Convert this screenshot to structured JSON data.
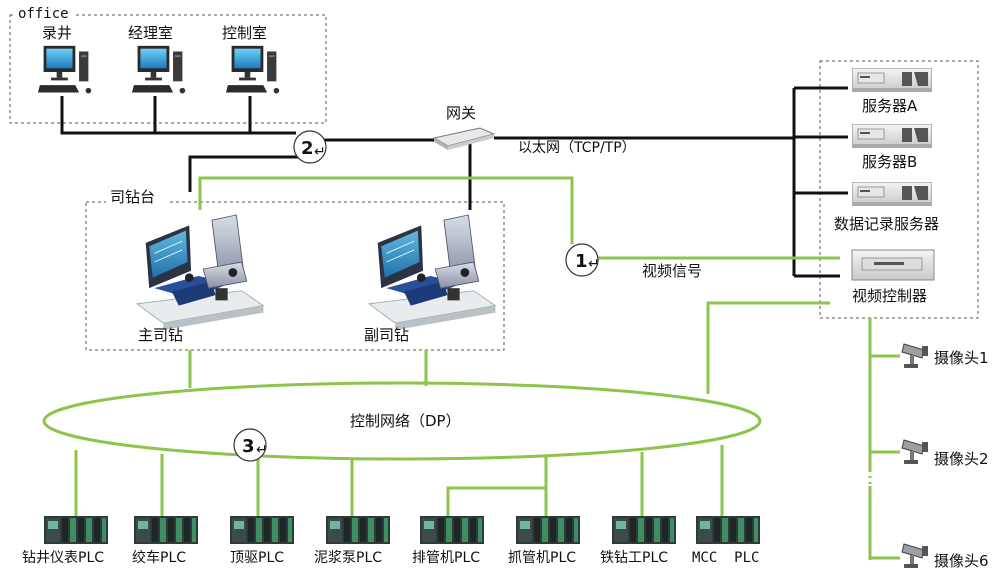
{
  "colors": {
    "ethernet": "#111111",
    "fieldbus": "#8cc44c",
    "frame": "#555555"
  },
  "office": {
    "title": "office",
    "pcs": [
      "录井",
      "经理室",
      "控制室"
    ]
  },
  "gateway": {
    "label": "网关"
  },
  "ethernet": {
    "label": "以太网（TCP/TP）"
  },
  "console": {
    "title": "司钻台",
    "seats": [
      "主司钻",
      "副司钻"
    ]
  },
  "servers": [
    "服务器A",
    "服务器B",
    "数据记录服务器"
  ],
  "video": {
    "controller": "视频控制器",
    "signal": "视频信号"
  },
  "cameras": [
    "摄像头1",
    "摄像头2",
    "摄像头6"
  ],
  "network": {
    "label": "控制网络（DP）"
  },
  "markers": [
    "1",
    "2",
    "3"
  ],
  "marker_suffix": "↵",
  "plcs": [
    "钻井仪表PLC",
    "绞车PLC",
    "顶驱PLC",
    "泥浆泵PLC",
    "排管机PLC",
    "抓管机PLC",
    "铁钻工PLC",
    "MCC  PLC"
  ]
}
